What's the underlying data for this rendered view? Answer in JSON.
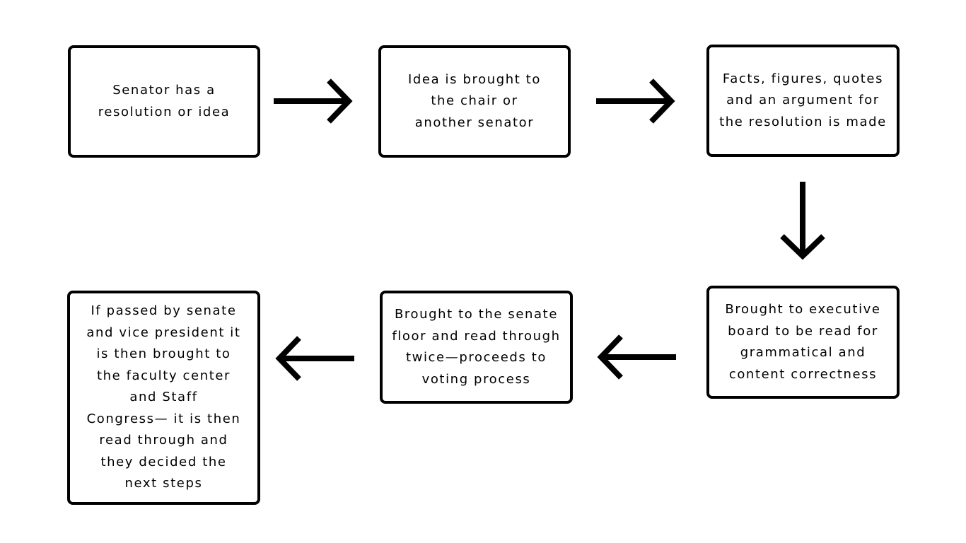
{
  "diagram": {
    "steps": [
      {
        "id": "step-1",
        "text": "Senator has a\nresolution or idea"
      },
      {
        "id": "step-2",
        "text": "Idea is brought to\nthe chair or\nanother senator"
      },
      {
        "id": "step-3",
        "text": "Facts, figures, quotes\nand an argument for\nthe resolution is made"
      },
      {
        "id": "step-4",
        "text": "Brought to executive\nboard to be read for\ngrammatical and\ncontent correctness"
      },
      {
        "id": "step-5",
        "text": "Brought to the senate\nfloor and read through\ntwice—proceeds to\nvoting process"
      },
      {
        "id": "step-6",
        "text": "If passed by senate\nand vice president it\nis then brought to\nthe faculty center\nand Staff\nCongress— it is then\nread through and\nthey decided the\nnext steps"
      }
    ],
    "connectors": [
      {
        "from": "step-1",
        "to": "step-2",
        "direction": "right"
      },
      {
        "from": "step-2",
        "to": "step-3",
        "direction": "right"
      },
      {
        "from": "step-3",
        "to": "step-4",
        "direction": "down"
      },
      {
        "from": "step-4",
        "to": "step-5",
        "direction": "left"
      },
      {
        "from": "step-5",
        "to": "step-6",
        "direction": "left"
      }
    ],
    "colors": {
      "stroke": "#000000",
      "background": "#ffffff"
    }
  }
}
